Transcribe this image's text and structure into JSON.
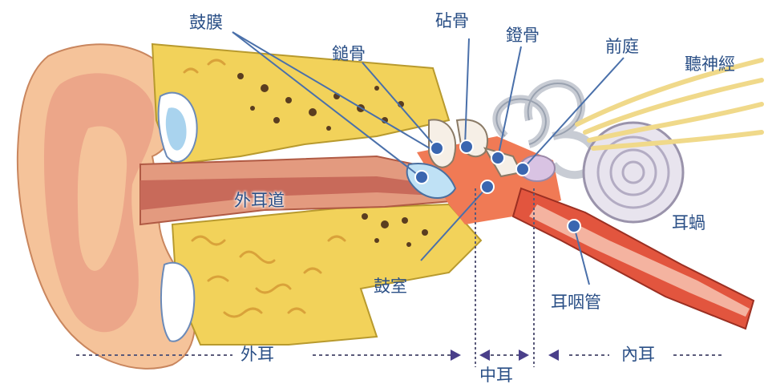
{
  "diagram": {
    "labels": {
      "tympanic_membrane": "鼓膜",
      "malleus": "鎚骨",
      "incus": "砧骨",
      "stapes": "鐙骨",
      "vestibule": "前庭",
      "auditory_nerve": "聽神經",
      "ear_canal": "外耳道",
      "cochlea": "耳蝸",
      "tympanic_cavity": "鼓室",
      "eustachian_tube": "耳咽管"
    },
    "regions": {
      "outer_ear": "外耳",
      "middle_ear": "中耳",
      "inner_ear": "內耳"
    },
    "colors": {
      "label_text": "#2a4f86",
      "leader_line": "#4a70aa",
      "marker_dot": "#3a66b0",
      "skin": "#f5c39a",
      "bone": "#f2d25a",
      "canal": "#c86a5a",
      "nerve": "#f6e3a8"
    }
  }
}
